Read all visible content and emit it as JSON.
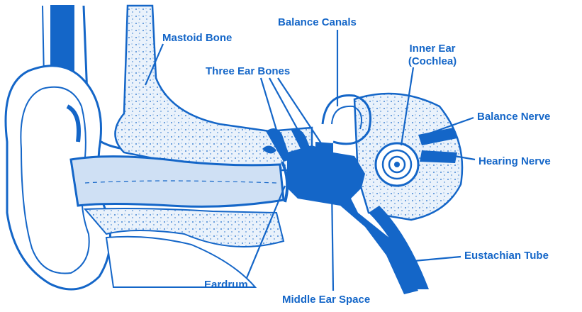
{
  "colors": {
    "ink": "#1466c8",
    "fill_light": "#cfe0f4",
    "background": "#ffffff"
  },
  "labels": {
    "mastoid_bone": "Mastoid Bone",
    "balance_canals": "Balance Canals",
    "three_ear_bones": "Three Ear Bones",
    "inner_ear_line1": "Inner Ear",
    "inner_ear_line2": "(Cochlea)",
    "balance_nerve": "Balance Nerve",
    "hearing_nerve": "Hearing Nerve",
    "eustachian_tube": "Eustachian Tube",
    "eardrum": "Eardrum",
    "middle_ear_space": "Middle Ear Space"
  }
}
